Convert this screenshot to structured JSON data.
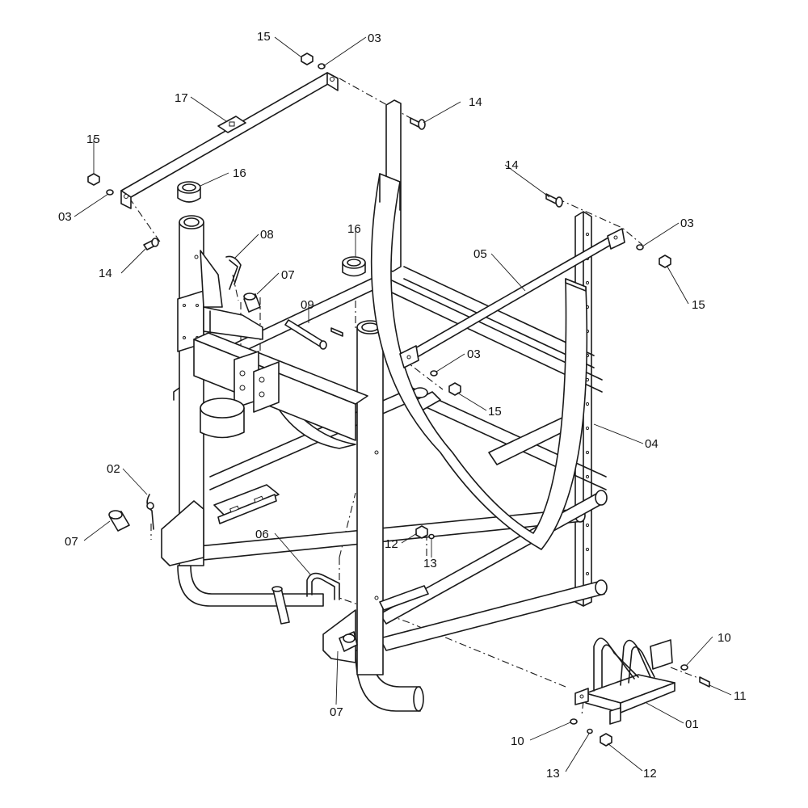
{
  "diagram": {
    "callouts": [
      {
        "id": "c-15-top",
        "text": "15"
      },
      {
        "id": "c-03-top",
        "text": "03"
      },
      {
        "id": "c-17",
        "text": "17"
      },
      {
        "id": "c-14-top",
        "text": "14"
      },
      {
        "id": "c-15-left",
        "text": "15"
      },
      {
        "id": "c-16-left",
        "text": "16"
      },
      {
        "id": "c-14-right",
        "text": "14"
      },
      {
        "id": "c-03-left",
        "text": "03"
      },
      {
        "id": "c-16-mid",
        "text": "16"
      },
      {
        "id": "c-03-right",
        "text": "03"
      },
      {
        "id": "c-08",
        "text": "08"
      },
      {
        "id": "c-05",
        "text": "05"
      },
      {
        "id": "c-14-left",
        "text": "14"
      },
      {
        "id": "c-07-top",
        "text": "07"
      },
      {
        "id": "c-15-right",
        "text": "15"
      },
      {
        "id": "c-09",
        "text": "09"
      },
      {
        "id": "c-03-mid",
        "text": "03"
      },
      {
        "id": "c-15-mid",
        "text": "15"
      },
      {
        "id": "c-04",
        "text": "04"
      },
      {
        "id": "c-02",
        "text": "02"
      },
      {
        "id": "c-07-left",
        "text": "07"
      },
      {
        "id": "c-06",
        "text": "06"
      },
      {
        "id": "c-12-mid",
        "text": "12"
      },
      {
        "id": "c-13-mid",
        "text": "13"
      },
      {
        "id": "c-10-right",
        "text": "10"
      },
      {
        "id": "c-11",
        "text": "11"
      },
      {
        "id": "c-07-bottom",
        "text": "07"
      },
      {
        "id": "c-01",
        "text": "01"
      },
      {
        "id": "c-10-bottom",
        "text": "10"
      },
      {
        "id": "c-13-bottom",
        "text": "13"
      },
      {
        "id": "c-12-bottom",
        "text": "12"
      }
    ]
  }
}
